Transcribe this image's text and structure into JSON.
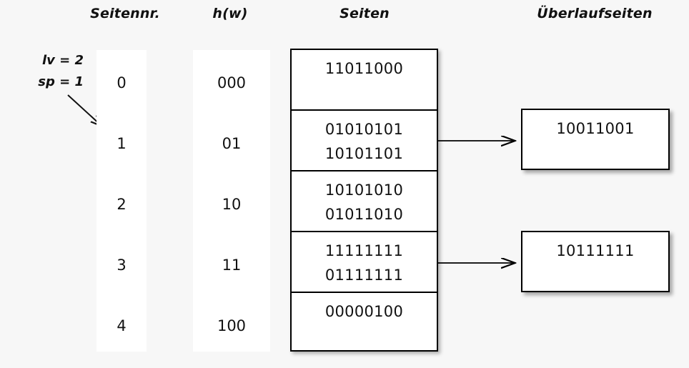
{
  "diagram": {
    "title_labels": {
      "page_number": "Seitennr.",
      "hash": "h(w)",
      "pages": "Seiten",
      "overflow_pages": "Überlaufseiten"
    },
    "parameters": {
      "level": "lv = 2",
      "split_pointer": "sp = 1"
    },
    "page_numbers": [
      "0",
      "1",
      "2",
      "3",
      "4"
    ],
    "hash_values": [
      "000",
      "01",
      "10",
      "11",
      "100"
    ],
    "pages": [
      {
        "records": [
          "11011000"
        ]
      },
      {
        "records": [
          "01010101",
          "10101101"
        ]
      },
      {
        "records": [
          "10101010",
          "01011010"
        ]
      },
      {
        "records": [
          "11111111",
          "01111111"
        ]
      },
      {
        "records": [
          "00000100"
        ]
      }
    ],
    "overflow_pages": [
      {
        "records": [
          "10011001"
        ],
        "from_page": "1"
      },
      {
        "records": [
          "10111111"
        ],
        "from_page": "3"
      }
    ],
    "colors": {
      "background": "#f7f7f7",
      "surface": "#ffffff",
      "stroke": "#000000",
      "text": "#111111"
    }
  }
}
